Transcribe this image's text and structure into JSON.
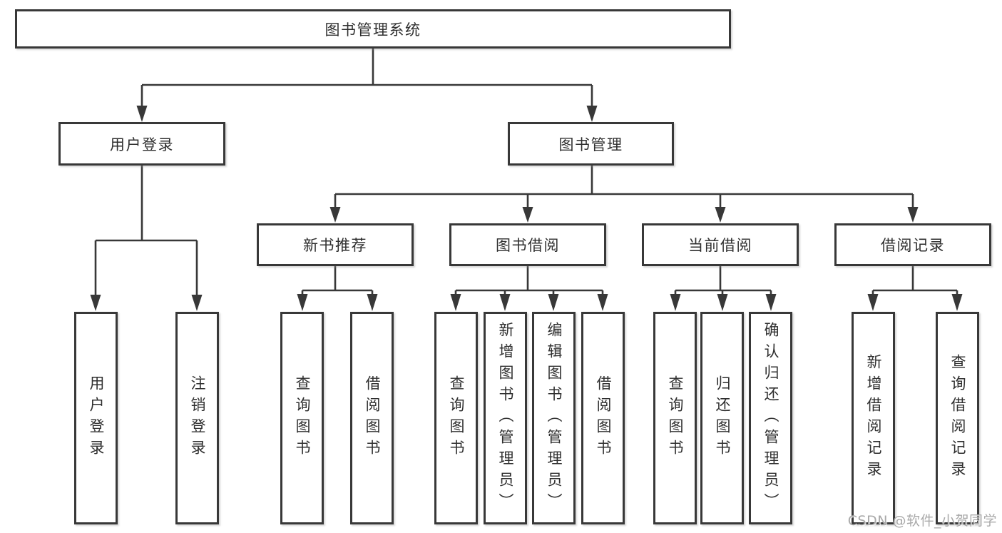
{
  "diagram": {
    "root": {
      "label": "图书管理系统"
    },
    "level2": {
      "user_login": {
        "label": "用户登录"
      },
      "book_management": {
        "label": "图书管理"
      }
    },
    "level3": {
      "new_book_recommend": {
        "label": "新书推荐"
      },
      "book_borrow": {
        "label": "图书借阅"
      },
      "current_borrow": {
        "label": "当前借阅"
      },
      "borrow_records": {
        "label": "借阅记录"
      }
    },
    "leaves": {
      "user_login": [
        {
          "label": "用户登录"
        },
        {
          "label": "注销登录"
        }
      ],
      "new_book_recommend": [
        {
          "label": "查询图书"
        },
        {
          "label": "借阅图书"
        }
      ],
      "book_borrow": [
        {
          "label": "查询图书"
        },
        {
          "label": "新增图书（管理员）"
        },
        {
          "label": "编辑图书（管理员）"
        },
        {
          "label": "借阅图书"
        }
      ],
      "current_borrow": [
        {
          "label": "查询图书"
        },
        {
          "label": "归还图书"
        },
        {
          "label": "确认归还（管理员）"
        }
      ],
      "borrow_records": [
        {
          "label": "新增借阅记录"
        },
        {
          "label": "查询借阅记录"
        }
      ]
    }
  },
  "watermark": {
    "text": "CSDN @软件_小贺同学"
  },
  "colors": {
    "line": "#383838",
    "text": "#2f2f2f",
    "watermark": "#a9a9a9",
    "background": "#ffffff"
  }
}
